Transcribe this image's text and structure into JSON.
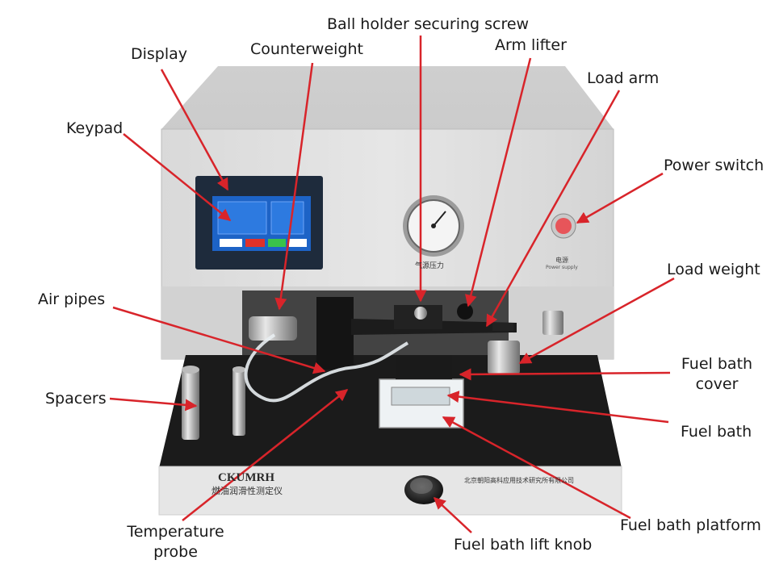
{
  "labels": {
    "display": "Display",
    "counterweight": "Counterweight",
    "ball_holder_screw": "Ball holder securing screw",
    "arm_lifter": "Arm lifter",
    "load_arm": "Load arm",
    "keypad": "Keypad",
    "power_switch": "Power switch",
    "air_pipes": "Air pipes",
    "load_weight": "Load weight",
    "fuel_bath_cover_1": "Fuel bath",
    "fuel_bath_cover_2": "cover",
    "spacers": "Spacers",
    "fuel_bath": "Fuel bath",
    "temperature_probe_1": "Temperature",
    "temperature_probe_2": "probe",
    "fuel_bath_platform": "Fuel bath platform",
    "fuel_bath_lift_knob": "Fuel bath lift knob"
  },
  "device_text": {
    "model": "CKUMRH",
    "name_cn": "燃油润滑性测定仪",
    "maker_cn": "北京朝阳高科应用技术研究所有限公司",
    "gauge_label": "气源压力",
    "power_label_cn": "电源",
    "power_label_en": "Power supply"
  },
  "colors": {
    "arrow": "#d8242a",
    "cabinet": "#dcdcdc",
    "base": "#1b1b1b",
    "screen": "#1d63c6"
  }
}
